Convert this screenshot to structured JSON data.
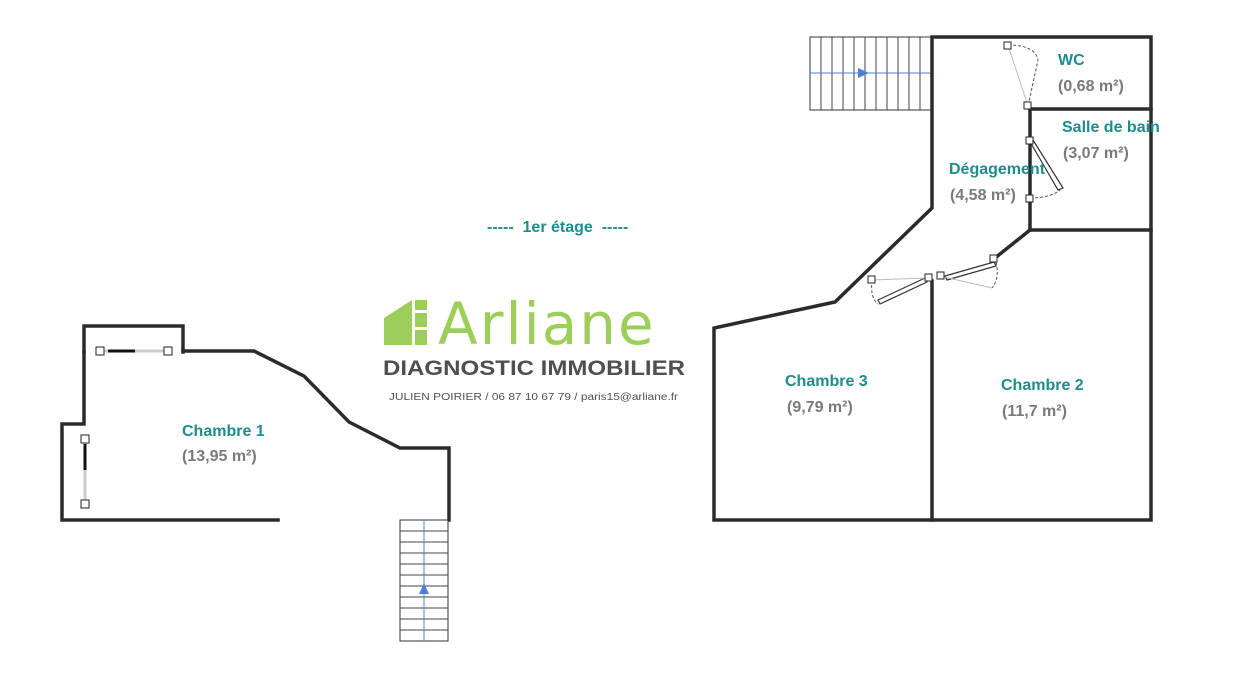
{
  "floor_label": "-----  1er étage  -----",
  "rooms": {
    "chambre1": {
      "name": "Chambre 1",
      "area": "(13,95 m²)"
    },
    "chambre2": {
      "name": "Chambre 2",
      "area": "(11,7 m²)"
    },
    "chambre3": {
      "name": "Chambre 3",
      "area": "(9,79 m²)"
    },
    "degagement": {
      "name": "Dégagement",
      "area": "(4,58 m²)"
    },
    "salle_de_bain": {
      "name": "Salle de bain",
      "area": "(3,07 m²)"
    },
    "wc": {
      "name": "WC",
      "area": "(0,68 m²)"
    }
  },
  "watermark": {
    "brand": "Arliane",
    "subtitle": "DIAGNOSTIC IMMOBILIER",
    "contact": "JULIEN POIRIER / 06 87 10 67 79 / paris15@arliane.fr"
  },
  "colors": {
    "label": "#1e8c8c",
    "area": "#7a7a7a",
    "wall": "#2b2b2b",
    "brand": "#8cc63f",
    "stair_arrow": "#4a7fd4"
  },
  "icons": {
    "stair_arrow": "triangle-arrow",
    "logo": "house-logo"
  }
}
